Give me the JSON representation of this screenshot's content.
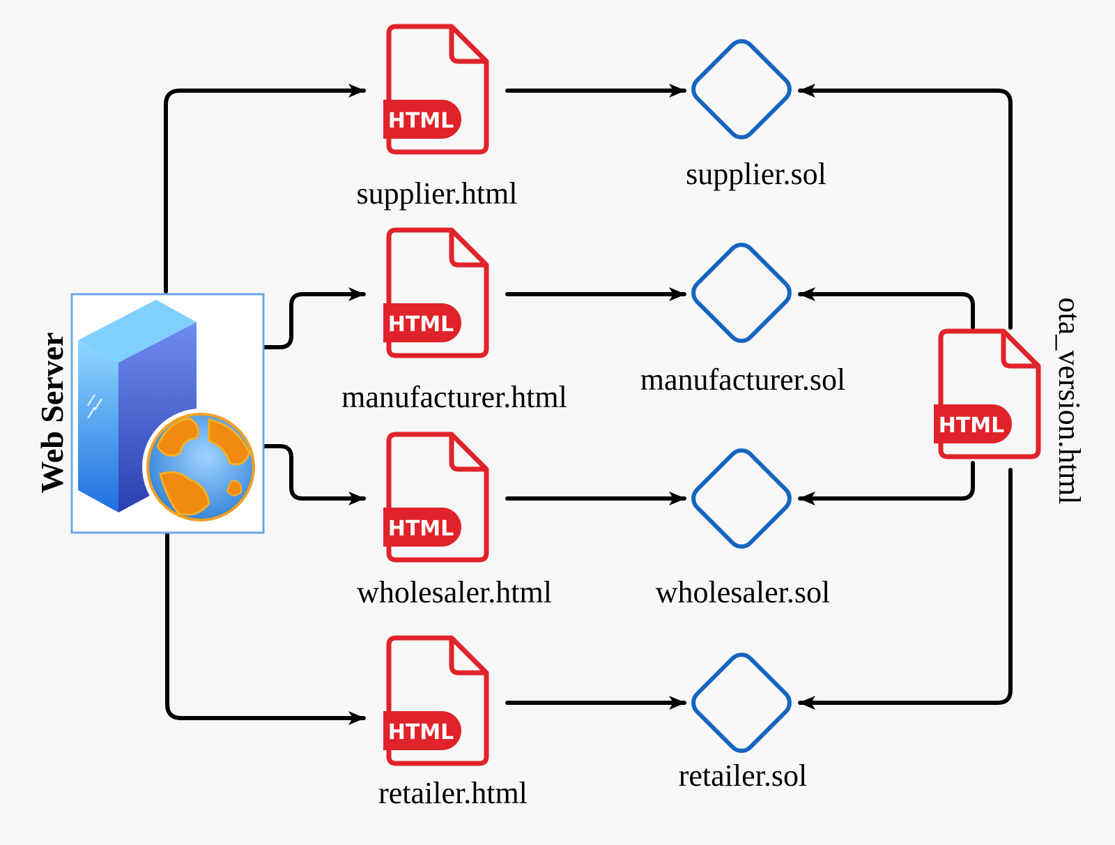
{
  "server": {
    "label": "Web Server",
    "icon": "web-server-globe-icon"
  },
  "ota": {
    "label": "ota_version.html",
    "badge": "HTML",
    "icon": "html-file-icon"
  },
  "rows": [
    {
      "file": "supplier.html",
      "contract": "supplier.sol",
      "badge": "HTML"
    },
    {
      "file": "manufacturer.html",
      "contract": "manufacturer.sol",
      "badge": "HTML"
    },
    {
      "file": "wholesaler.html",
      "contract": "wholesaler.sol",
      "badge": "HTML"
    },
    {
      "file": "retailer.html",
      "contract": "retailer.sol",
      "badge": "HTML"
    }
  ],
  "colors": {
    "file": "#e0232a",
    "contract": "#1565c0",
    "server_frame": "#6aa9e9",
    "arrow": "#000000",
    "background": "#f7f7f7"
  }
}
